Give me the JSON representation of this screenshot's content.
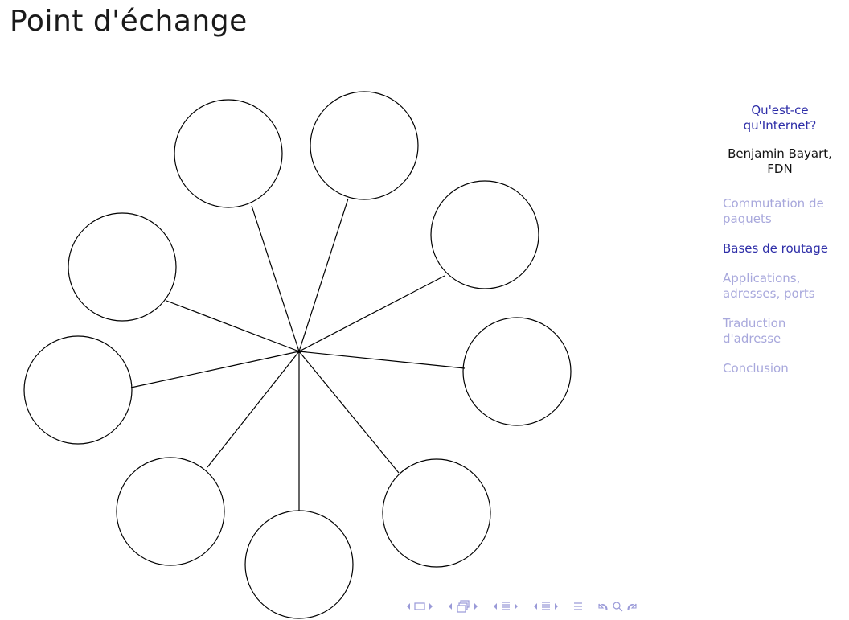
{
  "slide": {
    "title": "Point d'échange"
  },
  "sidebar": {
    "title": "Qu'est-ce qu'Internet?",
    "author": "Benjamin Bayart, FDN",
    "sections": [
      {
        "label": "Commutation de paquets",
        "active": false
      },
      {
        "label": "Bases de routage",
        "active": true
      },
      {
        "label": "Applications, adresses, ports",
        "active": false
      },
      {
        "label": "Traduction d'adresse",
        "active": false
      },
      {
        "label": "Conclusion",
        "active": false
      }
    ]
  },
  "navigation": {
    "icons": [
      "prev-frame-icon",
      "frame-icon",
      "next-frame-icon",
      "prev-subsection-icon",
      "subsection-icon",
      "next-subsection-icon",
      "prev-section-icon",
      "section-icon",
      "next-section-icon",
      "align-icon",
      "undo-icon",
      "search-icon",
      "redo-icon"
    ],
    "color": "#9a9ad8"
  },
  "diagram": {
    "description_nodes": 9,
    "stroke_color": "#000000"
  }
}
